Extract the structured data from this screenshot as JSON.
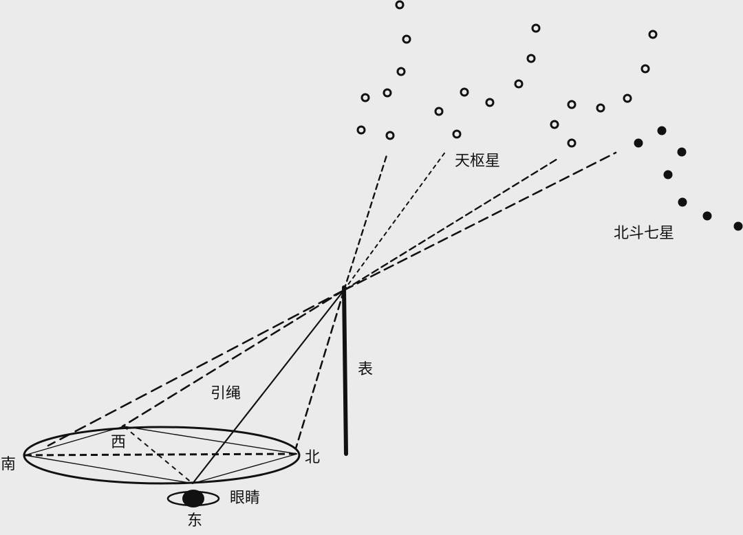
{
  "labels": {
    "tianshu_star": "天枢星",
    "big_dipper": "北斗七星",
    "gnomon": "表",
    "guide_rope": "引绳",
    "west": "西",
    "south": "南",
    "north": "北",
    "east": "东",
    "eye": "眼睛"
  },
  "colors": {
    "background": "#ebebeb",
    "ink": "#111111"
  },
  "icons": {
    "eye": "eye-icon"
  }
}
